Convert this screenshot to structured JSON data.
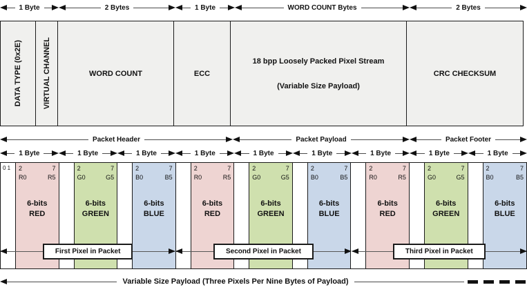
{
  "colors": {
    "field_box_bg": "#f0f0ee",
    "red_byte": "#eed4d2",
    "green_byte": "#cfe0ae",
    "blue_byte": "#c9d7e9",
    "border": "#1a1a1a"
  },
  "top_byte_arrows": [
    {
      "label": "1 Byte"
    },
    {
      "label": "2 Bytes"
    },
    {
      "label": "1 Byte"
    },
    {
      "label": "WORD COUNT Bytes"
    },
    {
      "label": "2 Bytes"
    }
  ],
  "packet_fields": {
    "data_type": "DATA TYPE (0x2E)",
    "virtual_channel": "VIRTUAL CHANNEL",
    "word_count": "WORD COUNT",
    "ecc": "ECC",
    "payload_line1": "18 bpp Loosely Packed Pixel Stream",
    "payload_line2": "(Variable Size Payload)",
    "crc": "CRC CHECKSUM"
  },
  "section_arrows": [
    {
      "label": "Packet Header"
    },
    {
      "label": "Packet Payload"
    },
    {
      "label": "Packet Footer"
    }
  ],
  "one_byte_arrows": [
    {
      "label": "1 Byte"
    },
    {
      "label": "1 Byte"
    },
    {
      "label": "1 Byte"
    },
    {
      "label": "1 Byte"
    },
    {
      "label": "1 Byte"
    },
    {
      "label": "1 Byte"
    },
    {
      "label": "1 Byte"
    },
    {
      "label": "1 Byte"
    },
    {
      "label": "1 Byte"
    }
  ],
  "payload_bytes": [
    {
      "unused_bits": "0 1",
      "bit_start": "2",
      "bit_end": "7",
      "lsb": "R0",
      "msb": "R5",
      "name_line1": "6-bits",
      "name_line2": "RED",
      "color": "red"
    },
    {
      "unused_bits": "",
      "bit_start": "2",
      "bit_end": "7",
      "lsb": "G0",
      "msb": "G5",
      "name_line1": "6-bits",
      "name_line2": "GREEN",
      "color": "green"
    },
    {
      "unused_bits": "",
      "bit_start": "2",
      "bit_end": "7",
      "lsb": "B0",
      "msb": "B5",
      "name_line1": "6-bits",
      "name_line2": "BLUE",
      "color": "blue"
    },
    {
      "unused_bits": "",
      "bit_start": "2",
      "bit_end": "7",
      "lsb": "R0",
      "msb": "R5",
      "name_line1": "6-bits",
      "name_line2": "RED",
      "color": "red"
    },
    {
      "unused_bits": "",
      "bit_start": "2",
      "bit_end": "7",
      "lsb": "G0",
      "msb": "G5",
      "name_line1": "6-bits",
      "name_line2": "GREEN",
      "color": "green"
    },
    {
      "unused_bits": "",
      "bit_start": "2",
      "bit_end": "7",
      "lsb": "B0",
      "msb": "B5",
      "name_line1": "6-bits",
      "name_line2": "BLUE",
      "color": "blue"
    },
    {
      "unused_bits": "",
      "bit_start": "2",
      "bit_end": "7",
      "lsb": "R0",
      "msb": "R5",
      "name_line1": "6-bits",
      "name_line2": "RED",
      "color": "red"
    },
    {
      "unused_bits": "",
      "bit_start": "2",
      "bit_end": "7",
      "lsb": "G0",
      "msb": "G5",
      "name_line1": "6-bits",
      "name_line2": "GREEN",
      "color": "green"
    },
    {
      "unused_bits": "",
      "bit_start": "2",
      "bit_end": "7",
      "lsb": "B0",
      "msb": "B5",
      "name_line1": "6-bits",
      "name_line2": "BLUE",
      "color": "blue"
    }
  ],
  "pixel_groups": [
    {
      "label": "First Pixel in Packet"
    },
    {
      "label": "Second Pixel in Packet"
    },
    {
      "label": "Third Pixel in Packet"
    }
  ],
  "footer": {
    "label": "Variable Size Payload (Three Pixels Per Nine Bytes of Payload)"
  }
}
